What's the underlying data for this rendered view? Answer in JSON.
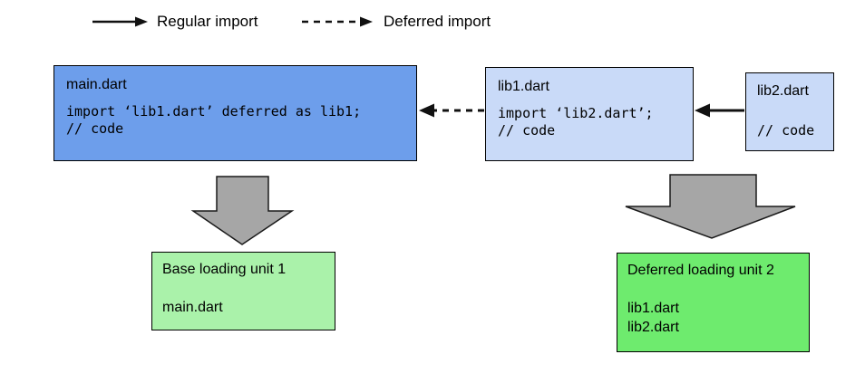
{
  "legend": {
    "regular_label": "Regular import",
    "deferred_label": "Deferred import"
  },
  "files": {
    "main": {
      "title": "main.dart",
      "code": [
        "import ‘lib1.dart’ deferred as lib1;",
        "// code"
      ]
    },
    "lib1": {
      "title": "lib1.dart",
      "code": [
        "import ‘lib2.dart’;",
        "// code"
      ]
    },
    "lib2": {
      "title": "lib2.dart",
      "code": [
        "// code"
      ]
    }
  },
  "units": {
    "base": {
      "title": "Base loading unit 1",
      "files": [
        "main.dart"
      ]
    },
    "deferred": {
      "title": "Deferred loading unit 2",
      "files": [
        "lib1.dart",
        "lib2.dart"
      ]
    }
  },
  "colors": {
    "main_box": "#6D9EEB",
    "lib_box": "#C9DAF8",
    "base_unit": "#AAF2AA",
    "deferred_unit": "#6EEB6E",
    "block_arrow": "#A6A6A6",
    "line": "#111111",
    "background": "#FFFFFF"
  }
}
